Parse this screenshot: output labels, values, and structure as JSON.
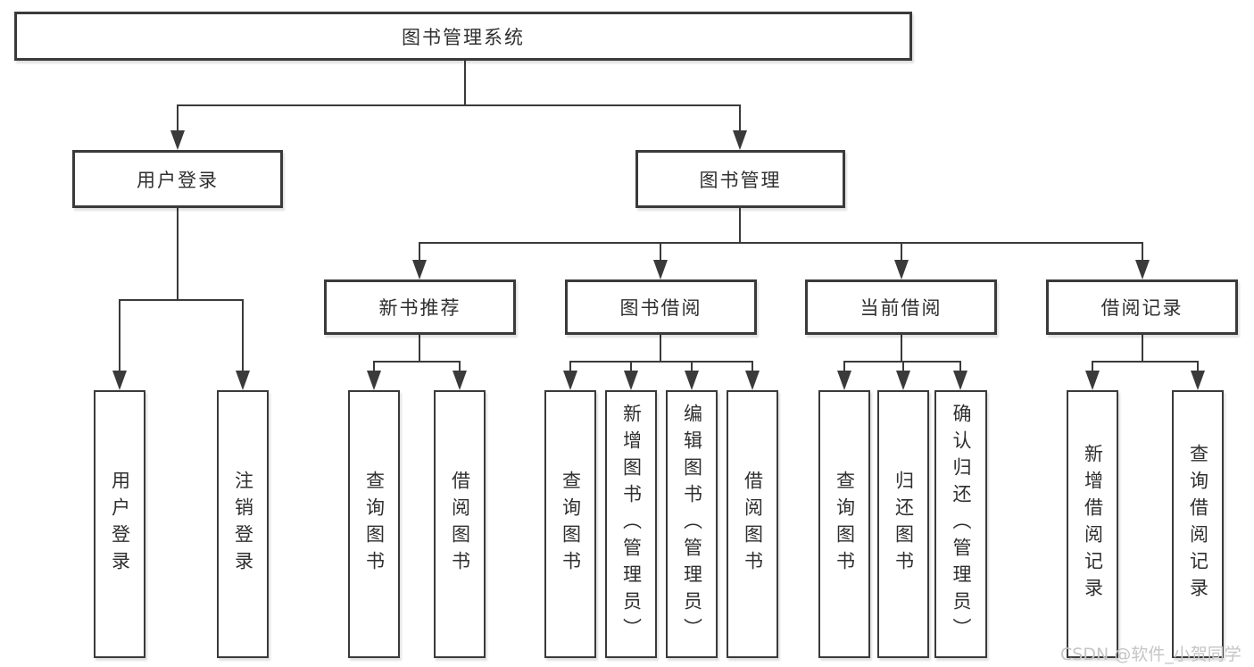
{
  "watermark": "CSDN @软件_小贺同学",
  "colors": {
    "line": "#3a3a3a",
    "text": "#2f2f2f",
    "watermark": "#c5c5c5",
    "background": "#ffffff"
  },
  "tree": {
    "root": {
      "label": "图书管理系统"
    },
    "branches": [
      {
        "label": "用户登录",
        "leaves": [
          "用户登录",
          "注销登录"
        ]
      },
      {
        "label": "图书管理",
        "sub_branches": [
          {
            "label": "新书推荐",
            "leaves": [
              "查询图书",
              "借阅图书"
            ]
          },
          {
            "label": "图书借阅",
            "leaves": [
              "查询图书",
              "新增图书（管理员）",
              "编辑图书（管理员）",
              "借阅图书"
            ]
          },
          {
            "label": "当前借阅",
            "leaves": [
              "查询图书",
              "归还图书",
              "确认归还（管理员）"
            ]
          },
          {
            "label": "借阅记录",
            "leaves": [
              "新增借阅记录",
              "查询借阅记录"
            ]
          }
        ]
      }
    ]
  }
}
